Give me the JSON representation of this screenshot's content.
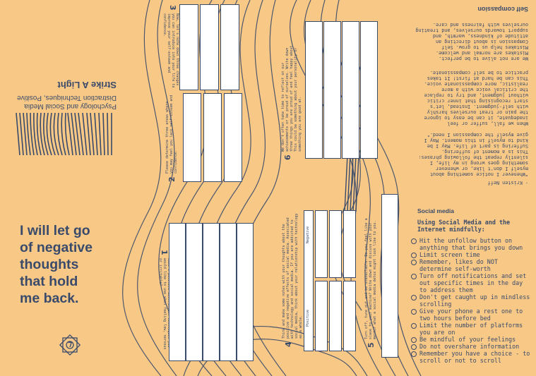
{
  "cover": {
    "title": "Strike A Light",
    "subtitle_line1": "Distraction Techniques, Positive",
    "subtitle_line2": "Psychology and Social Media"
  },
  "affirmation": {
    "line1": "I will let go",
    "line2": "of negative",
    "line3": "thoughts",
    "line4": "that hold",
    "line5": "me back."
  },
  "prompts": {
    "p1": {
      "number": "1",
      "text": "Name 5 positive distraction techniques you would like to use when feeling low, nervous or irritable?"
    },
    "p2": {
      "number": "2",
      "text": "Please determine three areas where you may feel you lack self-esteem and confidence."
    },
    "p3": {
      "number": "3",
      "text": "Now, let's note down three changes you can introduce into your life to improve your self-esteem and confidence."
    },
    "p4": {
      "number": "4",
      "text": "Think and make some notes with your thoughts about the positive and negative effects of social media. Associated with technology and social media. If you are addicted to social media, think about your relationship with technology as a whole."
    },
    "p5": {
      "number": "5",
      "text": "Turn off, tune out and be unavailable. Do you feel like a slave to your machine? Write down and discuss with your mentor what a social media detox might look like to you."
    },
    "p6": {
      "number": "6",
      "text": "We don't often take time to reflect on our achievements or be proud of ourselves. Write down three things you are proud of and feel happy about. This could be something about your personality or something you are good at."
    },
    "labels": {
      "positive": "Positive",
      "negative": "Negative"
    }
  },
  "self_compassion": {
    "heading": "Self compassion",
    "p1": "We are not alive to be perfect. Mistakes are normal and welcome. Mistakes help us to grow. Self Compassion is about directing an attitude of kindness, warmth, and support towards ourselves, and treating ourselves with fairness and care.",
    "p2": "When we fall, suffer or feel inadequate, it can be easy to ignore the pain or treat ourselves harshly with self-judgment. Instead, let's start recognising that inner critic without judgment, and try to replace the critical voice with a more realistic, more compassionate voice. This can be hard at first! It takes practice to be self compassionate.",
    "p3": "\"Whenever I notice something about myself I don't like, or whenever something goes wrong in my life, I silently repeat the following phrases: This is a moment of suffering. Suffering is part of life. May I be kind to myself in this moment. May I give myself the compassion I need.\"",
    "quote_author": "- Kristen Neff"
  },
  "social_media": {
    "heading": "Social media",
    "intro": "Using Social Media and the Internet mindfully:",
    "items": [
      "Hit the unfollow button on anything that brings you down",
      "Limit screen time",
      "Remember, likes do NOT determine self-worth",
      "Turn off notifications and set out specific times in the day to address them",
      "Don't get caught up in mindless scrolling",
      "Give your phone a rest one to two hours before bed",
      "Limit the number of platforms you are on",
      "Be mindful of your feelings",
      "Do not overshare information",
      "Remember you have a choice - to scroll or not to scroll"
    ]
  },
  "colors": {
    "background": "#f8c986",
    "ink": "#3a4a6b",
    "paper": "#ffffff"
  },
  "icons": {
    "emblem": "star-badge-icon",
    "bullet": "circle-bullet-icon"
  }
}
